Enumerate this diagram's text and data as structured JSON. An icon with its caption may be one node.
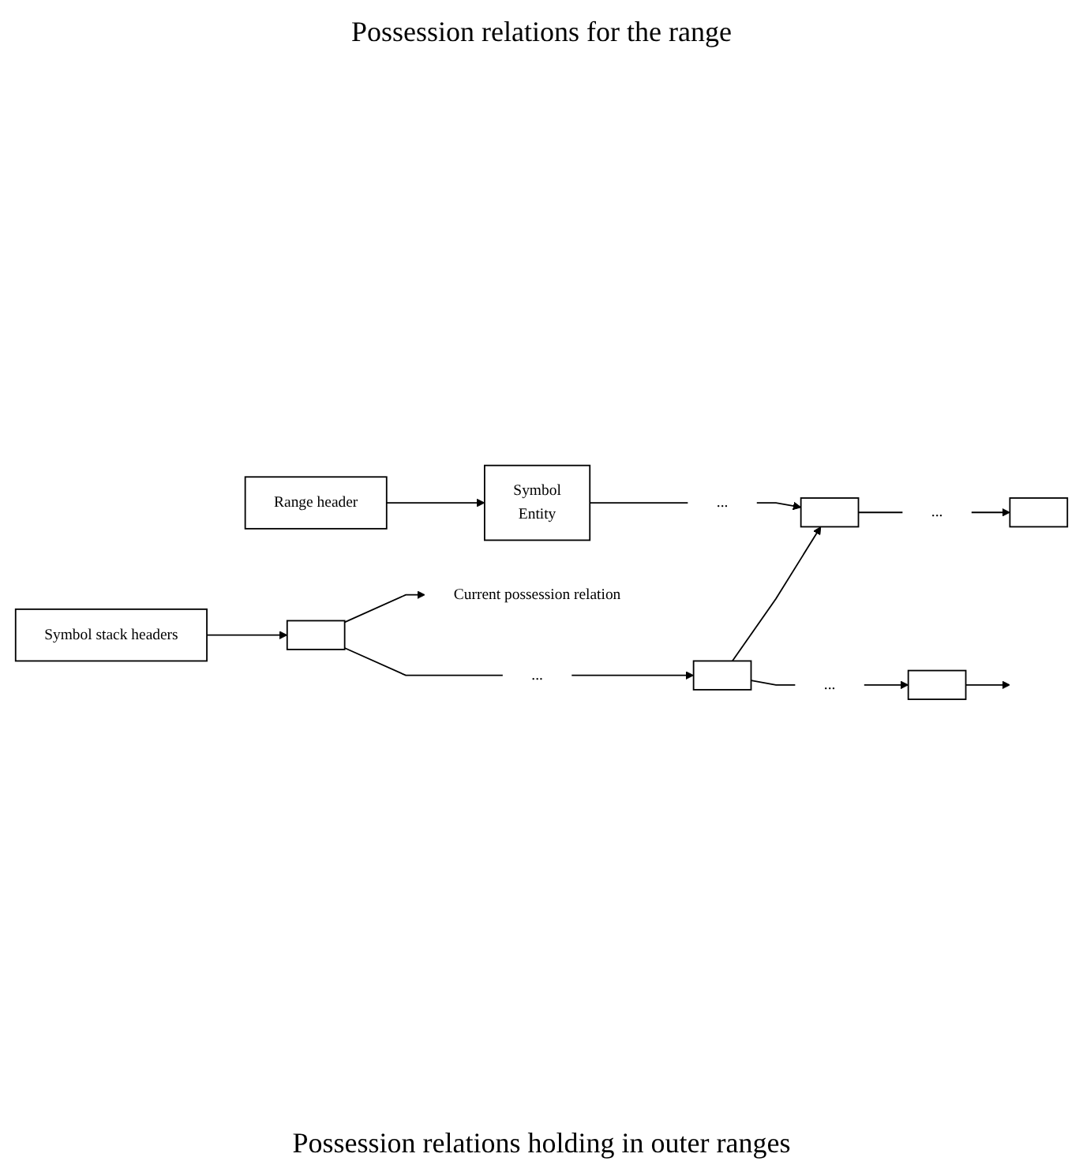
{
  "diagram": {
    "nodes": [
      {
        "text": [
          "Range header"
        ]
      },
      {
        "text": [
          "Symbol",
          "Entity"
        ]
      },
      {
        "text": [
          "..."
        ]
      },
      {
        "text": [],
        "shape": "box"
      },
      {
        "text": [
          "..."
        ]
      },
      {
        "text": [],
        "shape": "box"
      },
      {
        "text": [
          "Symbol stack headers"
        ]
      },
      {
        "text": [
          "Current possession relation"
        ]
      },
      {
        "text": [],
        "shape": "box"
      },
      {
        "text": [
          "..."
        ]
      },
      {
        "text": [],
        "shape": "box"
      },
      {
        "text": [
          "..."
        ]
      },
      {
        "text": [],
        "shape": "box"
      }
    ],
    "edges": [
      {
        "from": 0,
        "to": 1,
        "arrow": "to"
      },
      {
        "from": 1,
        "to": 2,
        "arrow": "none"
      },
      {
        "from": 2,
        "to": 3,
        "arrow": "to"
      },
      {
        "from": 3,
        "to": 4,
        "arrow": "none"
      },
      {
        "from": 4,
        "to": 5,
        "arrow": "to"
      },
      {
        "from": 6,
        "to": 8,
        "arrow": "to"
      },
      {
        "from": 8,
        "to": 7,
        "arrow": "to"
      },
      {
        "from": 8,
        "to": 9,
        "arrow": "none"
      },
      {
        "from": 9,
        "to": 10,
        "arrow": "to"
      },
      {
        "from": 10,
        "to": 3,
        "arrow": "to"
      },
      {
        "from": 10,
        "to": 11,
        "arrow": "none"
      },
      {
        "from": 11,
        "to": 12,
        "arrow": "to"
      },
      {
        "from": 12,
        "to": null,
        "arrow": "to"
      }
    ],
    "labels": [
      "Possession relations for the range",
      "Possession relations holding in outer ranges"
    ]
  }
}
